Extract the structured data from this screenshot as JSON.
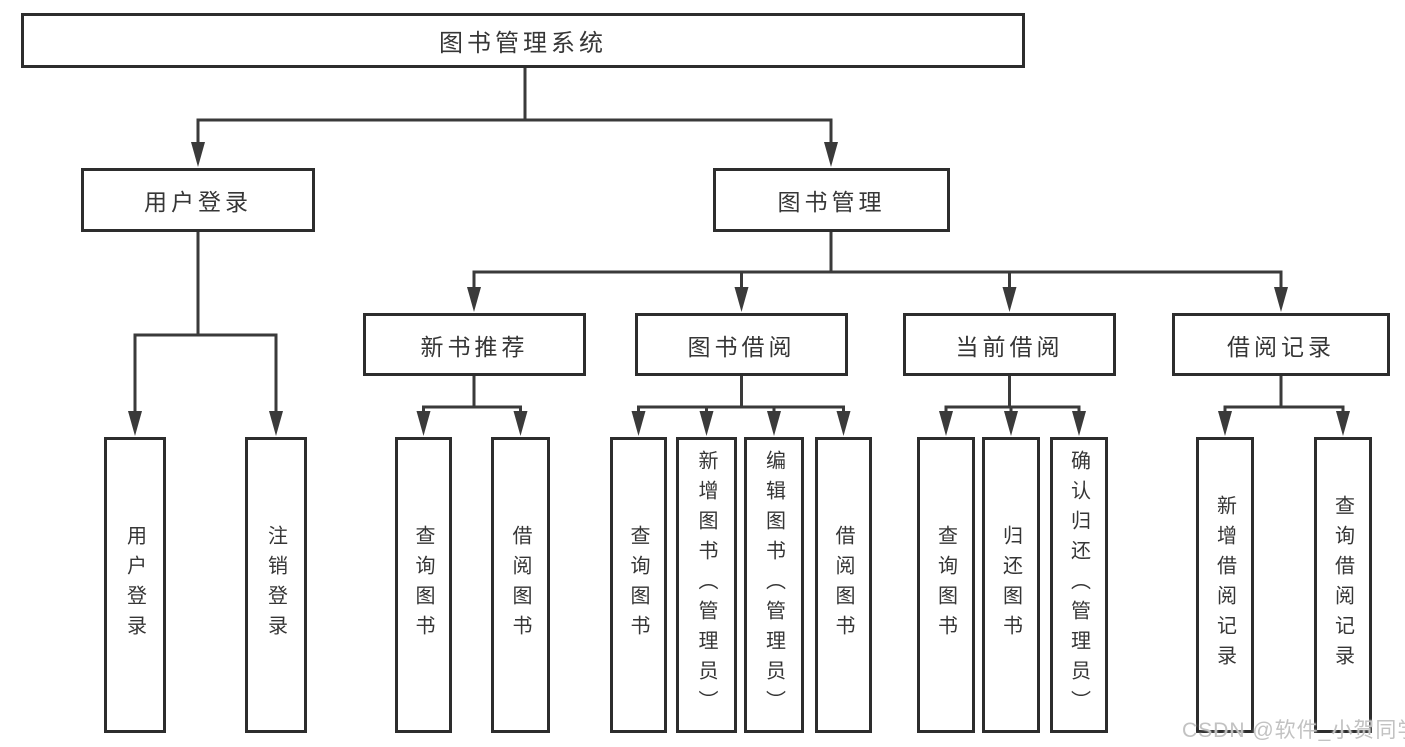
{
  "watermark": "CSDN @软件_小贺同学",
  "colors": {
    "line": "#3a3a3a",
    "box_border": "#2d2d2d",
    "text": "#363636",
    "watermark_text": "#c2c2c2",
    "background": "#ffffff"
  },
  "tree": {
    "label": "图书管理系统",
    "children": [
      {
        "label": "用户登录",
        "children": [
          {
            "label": "用户登录"
          },
          {
            "label": "注销登录"
          }
        ]
      },
      {
        "label": "图书管理",
        "children": [
          {
            "label": "新书推荐",
            "children": [
              {
                "label": "查询图书"
              },
              {
                "label": "借阅图书"
              }
            ]
          },
          {
            "label": "图书借阅",
            "children": [
              {
                "label": "查询图书"
              },
              {
                "label": "新增图书（管理员）"
              },
              {
                "label": "编辑图书（管理员）"
              },
              {
                "label": "借阅图书"
              }
            ]
          },
          {
            "label": "当前借阅",
            "children": [
              {
                "label": "查询图书"
              },
              {
                "label": "归还图书"
              },
              {
                "label": "确认归还（管理员）"
              }
            ]
          },
          {
            "label": "借阅记录",
            "children": [
              {
                "label": "新增借阅记录"
              },
              {
                "label": "查询借阅记录"
              }
            ]
          }
        ]
      }
    ]
  }
}
